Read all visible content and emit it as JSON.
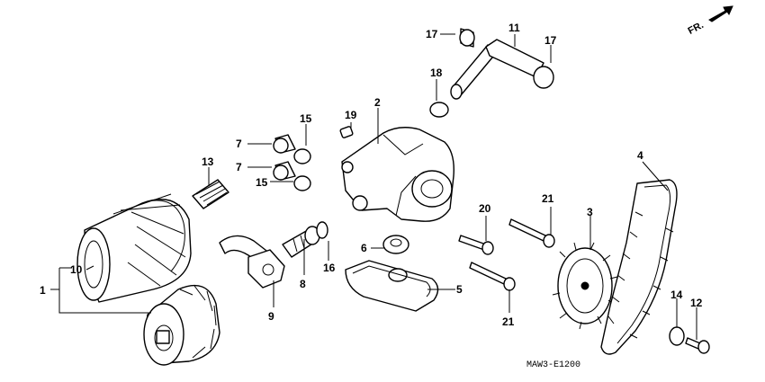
{
  "direction_label": "FR.",
  "diagram_code": "MAW3-E1200",
  "callouts": {
    "c1": "1",
    "c2": "2",
    "c3": "3",
    "c4": "4",
    "c5": "5",
    "c6": "6",
    "c7a": "7",
    "c7b": "7",
    "c8": "8",
    "c9": "9",
    "c10": "10",
    "c11": "11",
    "c12": "12",
    "c13": "13",
    "c14": "14",
    "c15a": "15",
    "c15b": "15",
    "c16": "16",
    "c17a": "17",
    "c17b": "17",
    "c18": "18",
    "c19": "19",
    "c20": "20",
    "c21a": "21",
    "c21b": "21"
  }
}
